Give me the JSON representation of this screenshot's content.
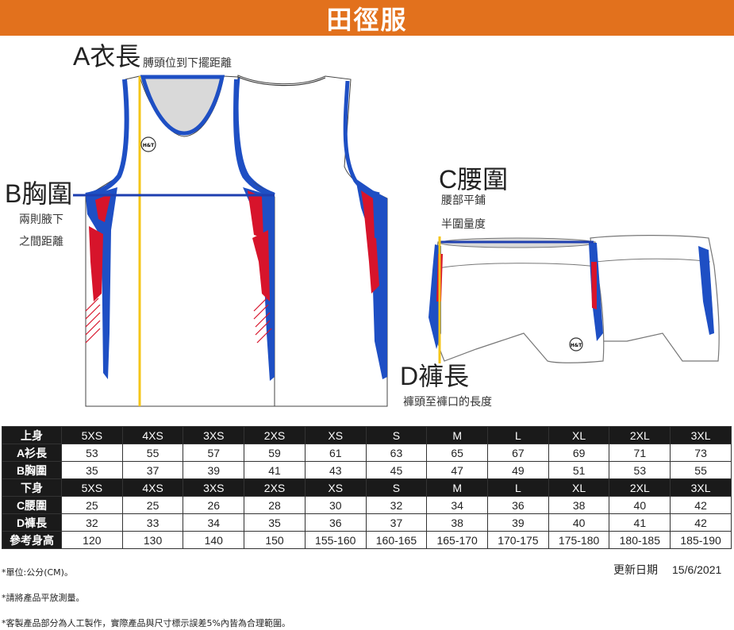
{
  "title": "田徑服",
  "labels": {
    "a_letter": "A",
    "a_name": "衣長",
    "a_desc": "膊頭位到下擺距離",
    "b_letter": "B",
    "b_name": "胸圍",
    "b_desc1": "兩則腋下",
    "b_desc2": "之間距離",
    "c_letter": "C",
    "c_name": "腰圍",
    "c_desc1": "腰部平鋪",
    "c_desc2": "半圍量度",
    "d_letter": "D",
    "d_name": "褲長",
    "d_desc": "褲頭至褲口的長度",
    "logo": "H&T"
  },
  "colors": {
    "banner": "#e2711d",
    "blue": "#1e4fc4",
    "red": "#d7142b",
    "yellow": "#f5c518",
    "header": "#1a1a1a"
  },
  "table": {
    "top_header": [
      "上身",
      "5XS",
      "4XS",
      "3XS",
      "2XS",
      "XS",
      "S",
      "M",
      "L",
      "XL",
      "2XL",
      "3XL"
    ],
    "rows_top": [
      {
        "label": "A衫長",
        "values": [
          "53",
          "55",
          "57",
          "59",
          "61",
          "63",
          "65",
          "67",
          "69",
          "71",
          "73"
        ]
      },
      {
        "label": "B胸圍",
        "values": [
          "35",
          "37",
          "39",
          "41",
          "43",
          "45",
          "47",
          "49",
          "51",
          "53",
          "55"
        ]
      }
    ],
    "bottom_header": [
      "下身",
      "5XS",
      "4XS",
      "3XS",
      "2XS",
      "XS",
      "S",
      "M",
      "L",
      "XL",
      "2XL",
      "3XL"
    ],
    "rows_bottom": [
      {
        "label": "C腰圍",
        "values": [
          "25",
          "25",
          "26",
          "28",
          "30",
          "32",
          "34",
          "36",
          "38",
          "40",
          "42"
        ]
      },
      {
        "label": "D褲長",
        "values": [
          "32",
          "33",
          "34",
          "35",
          "36",
          "37",
          "38",
          "39",
          "40",
          "41",
          "42"
        ]
      },
      {
        "label": "參考身高",
        "values": [
          "120",
          "130",
          "140",
          "150",
          "155-160",
          "160-165",
          "165-170",
          "170-175",
          "175-180",
          "180-185",
          "185-190"
        ]
      }
    ]
  },
  "notes": [
    "*單位:公分(CM)。",
    "*請將產品平放測量。",
    "*客製產品部分為人工製作，實際產品與尺寸標示誤差5%內皆為合理範圍。"
  ],
  "updated": {
    "label": "更新日期",
    "date": "15/6/2021"
  }
}
